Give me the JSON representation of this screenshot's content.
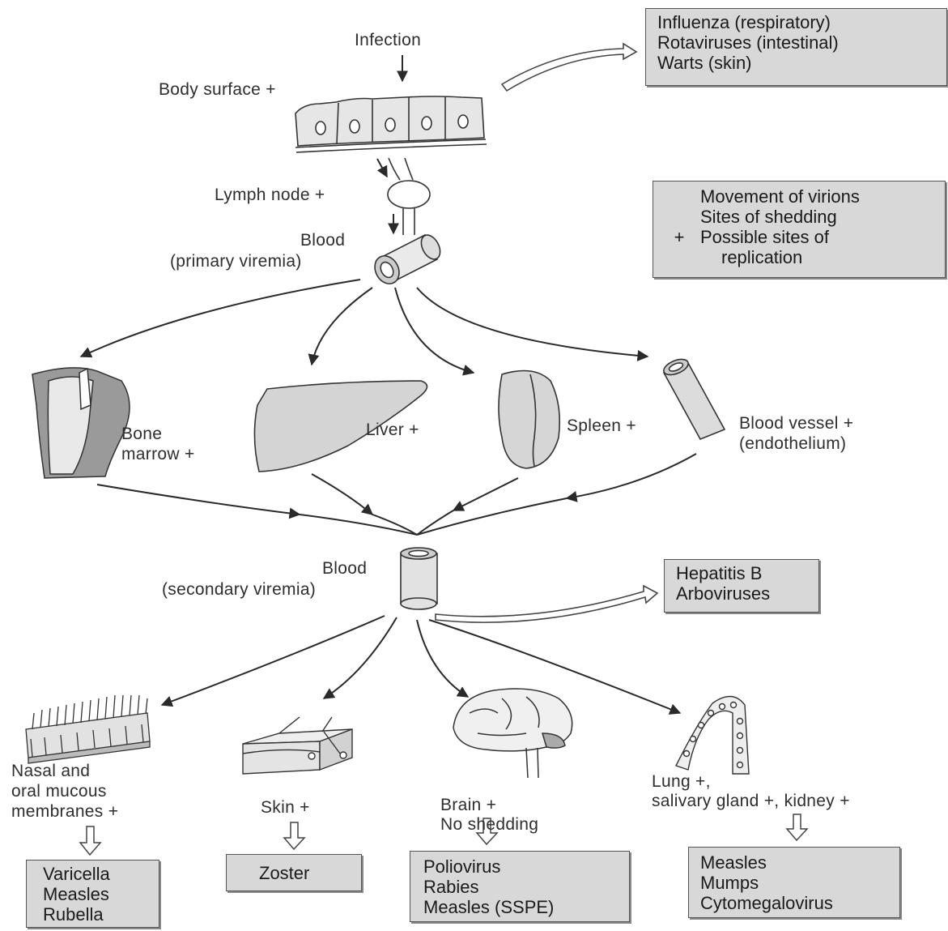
{
  "labels": {
    "infection": "Infection",
    "body_surface": "Body surface +",
    "lymph_node": "Lymph node +",
    "blood_primary_1": "Blood",
    "blood_primary_2": "(primary viremia)",
    "bone_marrow_1": "Bone",
    "bone_marrow_2": "marrow +",
    "liver": "Liver +",
    "spleen": "Spleen +",
    "blood_vessel_1": "Blood vessel +",
    "blood_vessel_2": "(endothelium)",
    "blood_secondary_1": "Blood",
    "blood_secondary_2": "(secondary viremia)",
    "nasal_1": "Nasal and",
    "nasal_2": "oral mucous",
    "nasal_3": "membranes +",
    "skin": "Skin +",
    "brain_1": "Brain +",
    "brain_2": "No shedding",
    "lung_1": "Lung +,",
    "lung_2": "salivary gland +, kidney +"
  },
  "boxes": {
    "body_surface_viruses": [
      "Influenza (respiratory)",
      "Rotaviruses (intestinal)",
      "Warts (skin)"
    ],
    "secondary_viremia_viruses": [
      "Hepatitis B",
      "Arboviruses"
    ],
    "nasal_viruses": [
      "Varicella",
      "Measles",
      "Rubella"
    ],
    "skin_viruses": [
      "Zoster"
    ],
    "brain_viruses": [
      "Poliovirus",
      "Rabies",
      "Measles (SSPE)"
    ],
    "lung_viruses": [
      "Measles",
      "Mumps",
      "Cytomegalovirus"
    ]
  },
  "legend": {
    "movement": "Movement of virions",
    "shedding": "Sites of shedding",
    "replication_1": "Possible sites of",
    "replication_2": "replication",
    "plus_symbol": "+"
  }
}
